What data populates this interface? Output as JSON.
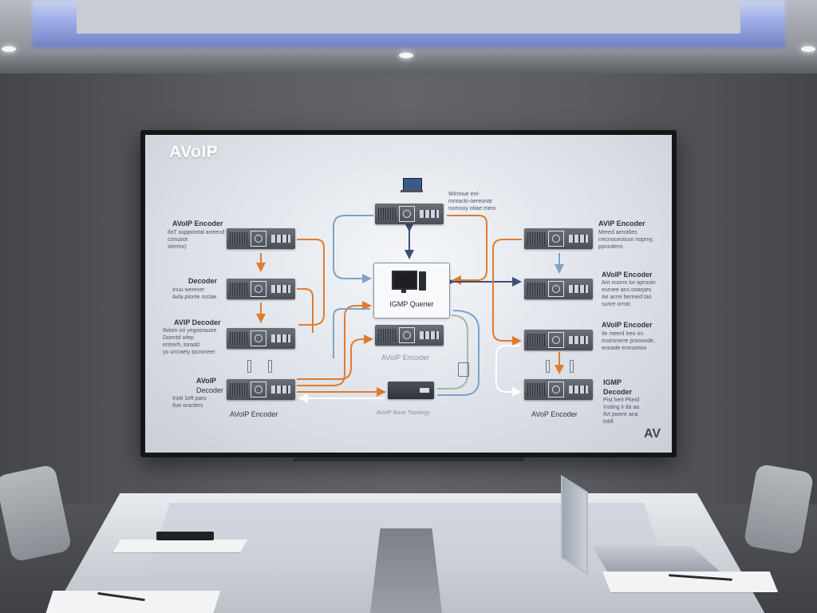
{
  "screen": {
    "title": "AVoIP",
    "logo": "AV",
    "left_labels": {
      "encoder_title": "AVoIP Encoder",
      "encoder_caption": "IloT ouppointal aneend\nconuoot\nstermo)",
      "decoder_title": "Decoder",
      "decoder_caption": "Inuu werever\nAvla pionte roclae",
      "avip_decoder_title": "AVIP Decoder",
      "avip_decoder_caption": "Ifvlom ori yegoorauee\nDoentd wlep\nentrerh,  toradd\nyo urcraeiy Ipcroneer",
      "avoip_decoder_title": "AVoIP",
      "avoip_decoder_sub": "Decoder",
      "avoip_decoder_caption": "Inoti 1eft paro\nIlue oracters",
      "bottom_encoder": "AVoIP Encoder"
    },
    "right_labels": {
      "encoder1_title": "AVIP Encoder",
      "encoder1_caption": "Mered aerodies\nrrecnoceoioun noprny,\nppnodens",
      "encoder2_title": "AVoIP Encoder",
      "encoder2_caption": "Ant nuorm lor-aprooin\neurnee ans ooarpes\nAe acrei berined  tao\nsunre orrotr.",
      "encoder3_title": "AVoIP Encoder",
      "encoder3_caption": "Ile meenl Ireo on\nmoirsnerre prooonde,\nenoade eronoeion",
      "igmp_title": "IGMP",
      "igmp_sub": "Decoder",
      "igmp_caption": "Pist hert Pkeid\nInsting ii da aa\nIlvt pwere ana\ntoldl",
      "bottom_encoder": "AVoP Encoder"
    },
    "center": {
      "top_caption": "Wirmiue enl-\nmnraclo-oereonat\nnomooy otiae mem",
      "querier_label": "IGMP Querier",
      "lower_device_label": "AVoIP Encoder",
      "topology_caption": "AVoIP Booe Topology"
    }
  },
  "colors": {
    "orange": "#e07b2e",
    "blue": "#7ea3c6",
    "navy": "#3e4f74",
    "white": "#ffffff",
    "grey": "#a9b3a7"
  }
}
